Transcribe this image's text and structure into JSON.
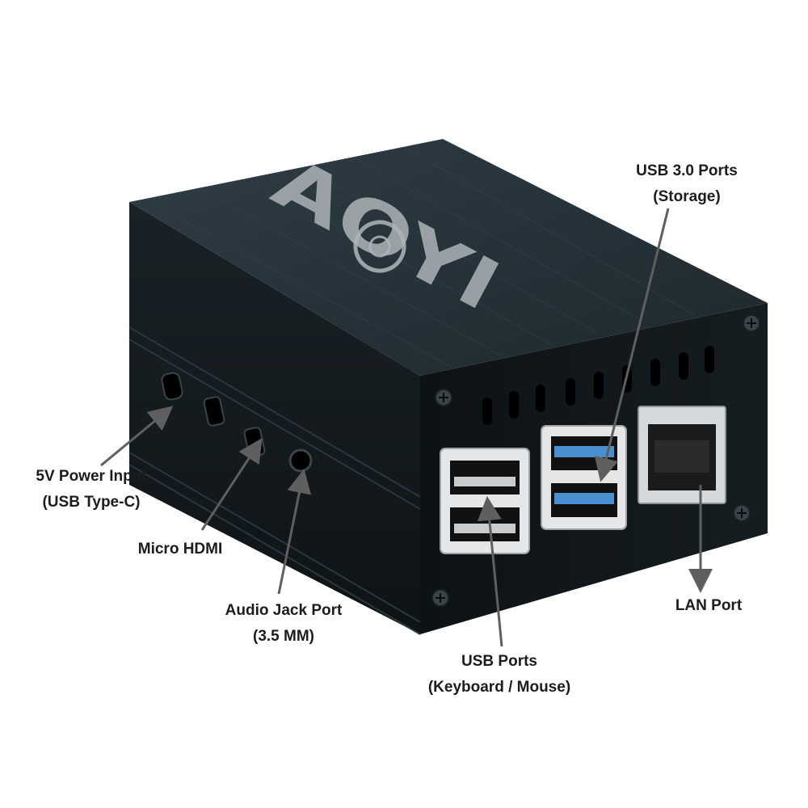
{
  "brand": {
    "logo_text": "AOYI"
  },
  "colors": {
    "case_top": "#29353d",
    "case_side": "#151b1f",
    "case_front": "#0f1417",
    "port_silver": "#d6d9dc",
    "usb3_blue": "#4a8fd0",
    "arrow": "#5f5f5f"
  },
  "callouts": {
    "usb3": {
      "line1": "USB 3.0 Ports",
      "line2": "(Storage)"
    },
    "power": {
      "line1": "5V Power Input",
      "line2": "(USB Type-C)"
    },
    "hdmi": {
      "line1": "Micro HDMI"
    },
    "audio": {
      "line1": "Audio Jack Port",
      "line2": "(3.5 MM)"
    },
    "usb2": {
      "line1": "USB Ports",
      "line2": "(Keyboard / Mouse)"
    },
    "lan": {
      "line1": "LAN Port"
    }
  }
}
